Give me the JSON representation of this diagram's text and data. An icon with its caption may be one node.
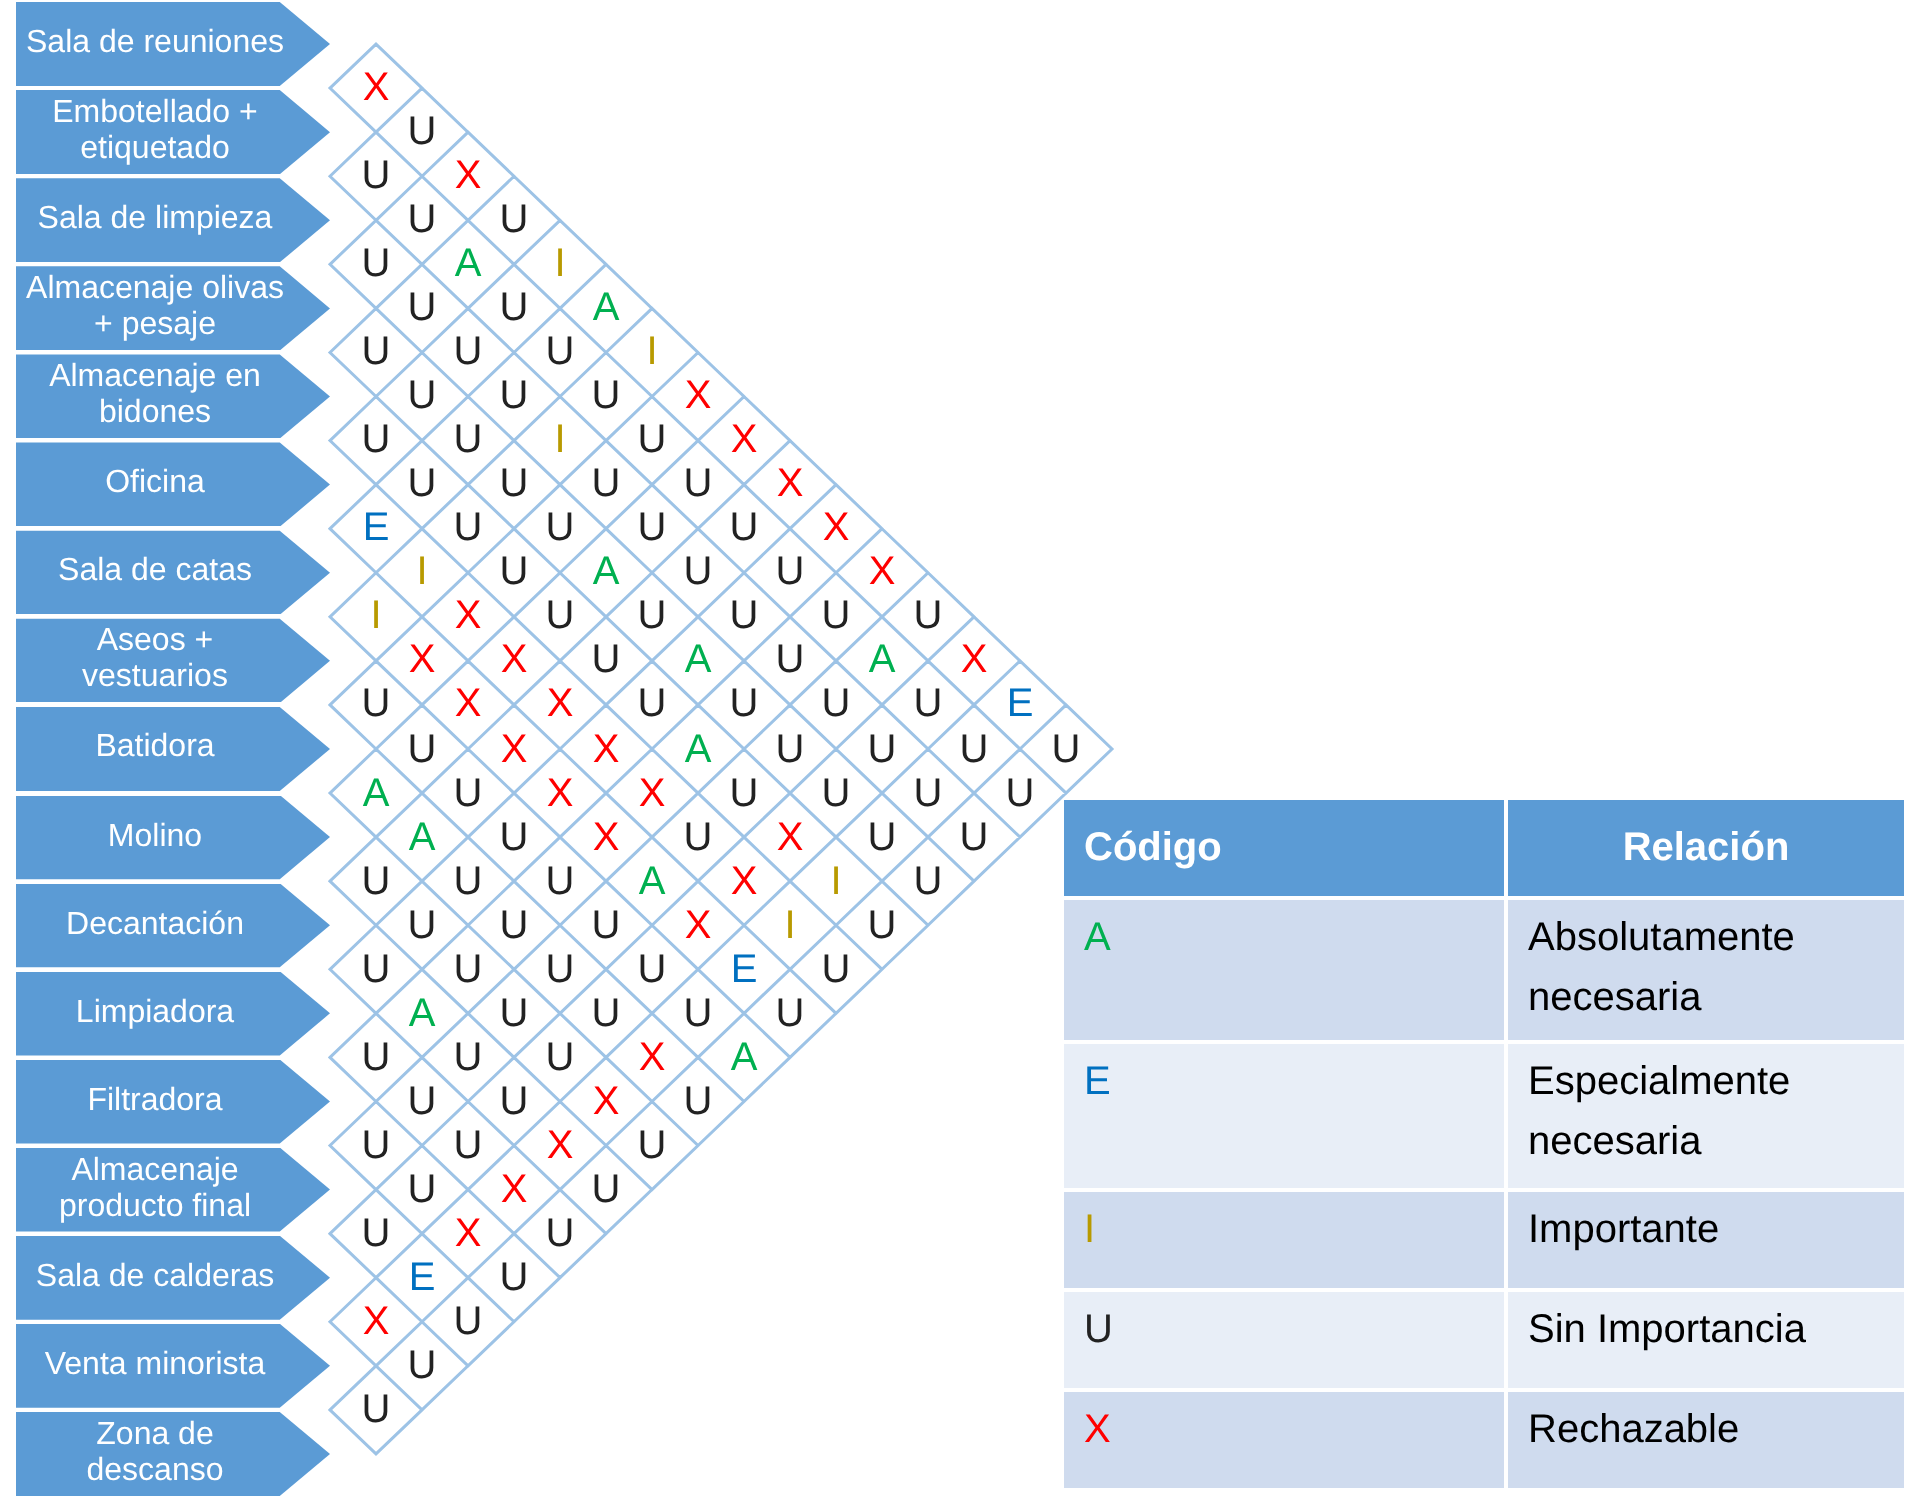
{
  "diagram": {
    "nodes": [
      {
        "text": [
          "Sala de reuniones"
        ]
      },
      {
        "text": [
          "Embotellado + etiquetado"
        ]
      },
      {
        "text": [
          "Sala de limpieza"
        ]
      },
      {
        "text": [
          "Almacenaje olivas + pesaje"
        ]
      },
      {
        "text": [
          "Almacenaje en bidones"
        ]
      },
      {
        "text": [
          "Oficina"
        ]
      },
      {
        "text": [
          "Sala de catas"
        ]
      },
      {
        "text": [
          "Aseos + vestuarios"
        ]
      },
      {
        "text": [
          "Batidora"
        ]
      },
      {
        "text": [
          "Molino"
        ]
      },
      {
        "text": [
          "Decantación"
        ]
      },
      {
        "text": [
          "Limpiadora"
        ]
      },
      {
        "text": [
          "Filtradora"
        ]
      },
      {
        "text": [
          "Almacenaje producto final"
        ]
      },
      {
        "text": [
          "Sala de calderas"
        ]
      },
      {
        "text": [
          "Venta minorista"
        ]
      },
      {
        "text": [
          "Zona de descanso"
        ]
      }
    ],
    "labels": [
      "X",
      "U",
      "U",
      "X",
      "U",
      "U",
      "U",
      "A",
      "I",
      "U",
      "U",
      "A",
      "U",
      "U",
      "U",
      "I",
      "U",
      "U",
      "U",
      "X",
      "U",
      "U",
      "I",
      "U",
      "X",
      "U",
      "U",
      "U",
      "U",
      "X",
      "E",
      "U",
      "U",
      "U",
      "U",
      "X",
      "I",
      "U",
      "A",
      "U",
      "U",
      "X",
      "I",
      "X",
      "U",
      "U",
      "U",
      "U",
      "U",
      "X",
      "X",
      "U",
      "A",
      "U",
      "A",
      "X",
      "U",
      "X",
      "X",
      "U",
      "U",
      "U",
      "U",
      "E",
      "U",
      "X",
      "X",
      "A",
      "U",
      "U",
      "U",
      "U",
      "A",
      "U",
      "X",
      "X",
      "U",
      "U",
      "U",
      "U",
      "A",
      "U",
      "X",
      "U",
      "X",
      "U",
      "U",
      "U",
      "U",
      "U",
      "A",
      "X",
      "I",
      "U",
      "U",
      "U",
      "U",
      "X",
      "I",
      "U",
      "U",
      "U",
      "U",
      "U",
      "E",
      "U",
      "A",
      "U",
      "U",
      "U",
      "U",
      "U",
      "U",
      "U",
      "X",
      "A",
      "U",
      "U",
      "X",
      "U",
      "U",
      "U",
      "X",
      "U",
      "U",
      "X",
      "U",
      "U",
      "X",
      "U",
      "E",
      "U",
      "X",
      "U",
      "U",
      "U",
      "Código",
      "Relación",
      "A",
      "Absolutamente necesaria",
      "E",
      "Especialmente necesaria",
      "I",
      "Importante",
      "U",
      "Sin Importancia",
      "X",
      "Rechazable"
    ]
  }
}
